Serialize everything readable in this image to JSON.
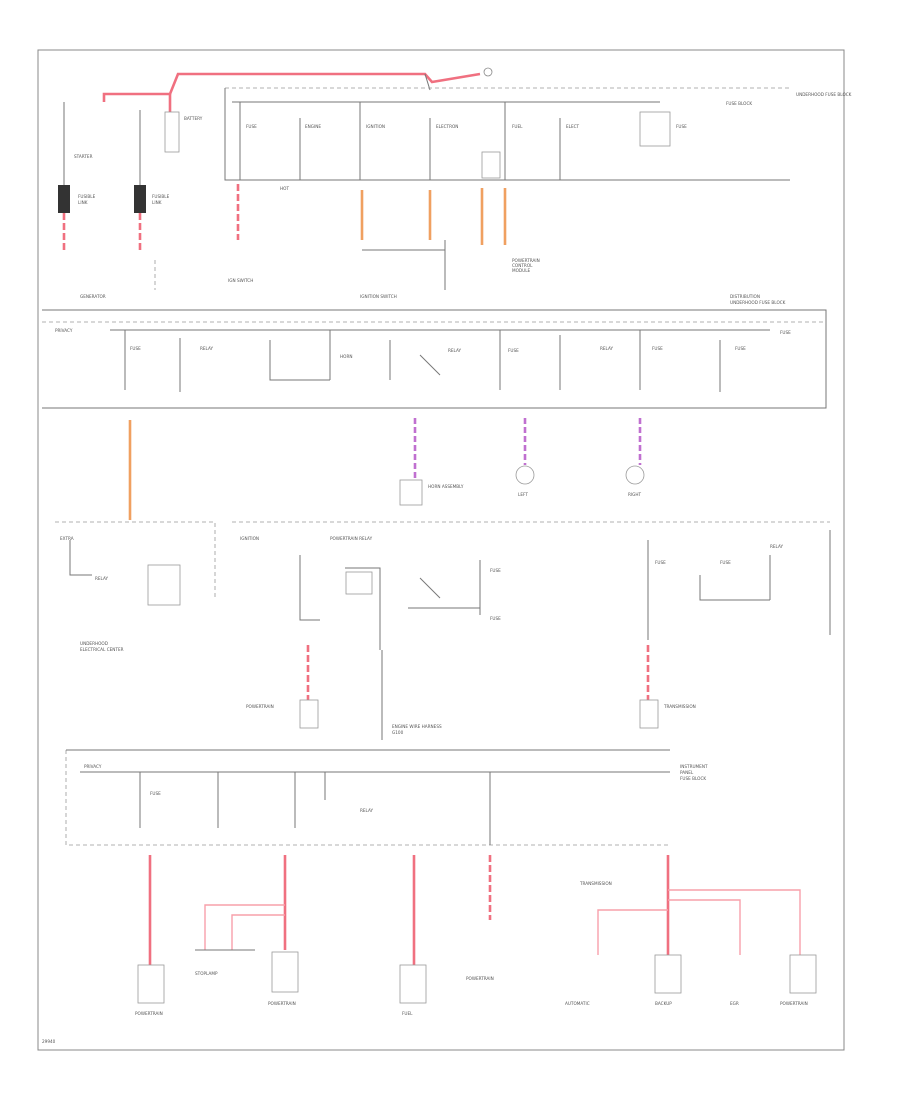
{
  "diagram": {
    "labels": {
      "starter": "STARTER",
      "battery": "BATTERY",
      "generator": "GENERATOR",
      "underhood_fuse_block": "UNDERHOOD FUSE BLOCK",
      "ignition_switch": "IGNITION SWITCH",
      "powertrain_relay": "POWERTRAIN RELAY",
      "left_lamp": "LEFT",
      "right_lamp": "RIGHT",
      "horn": "HORN",
      "ground": "G100",
      "page_ref": "29940"
    }
  }
}
